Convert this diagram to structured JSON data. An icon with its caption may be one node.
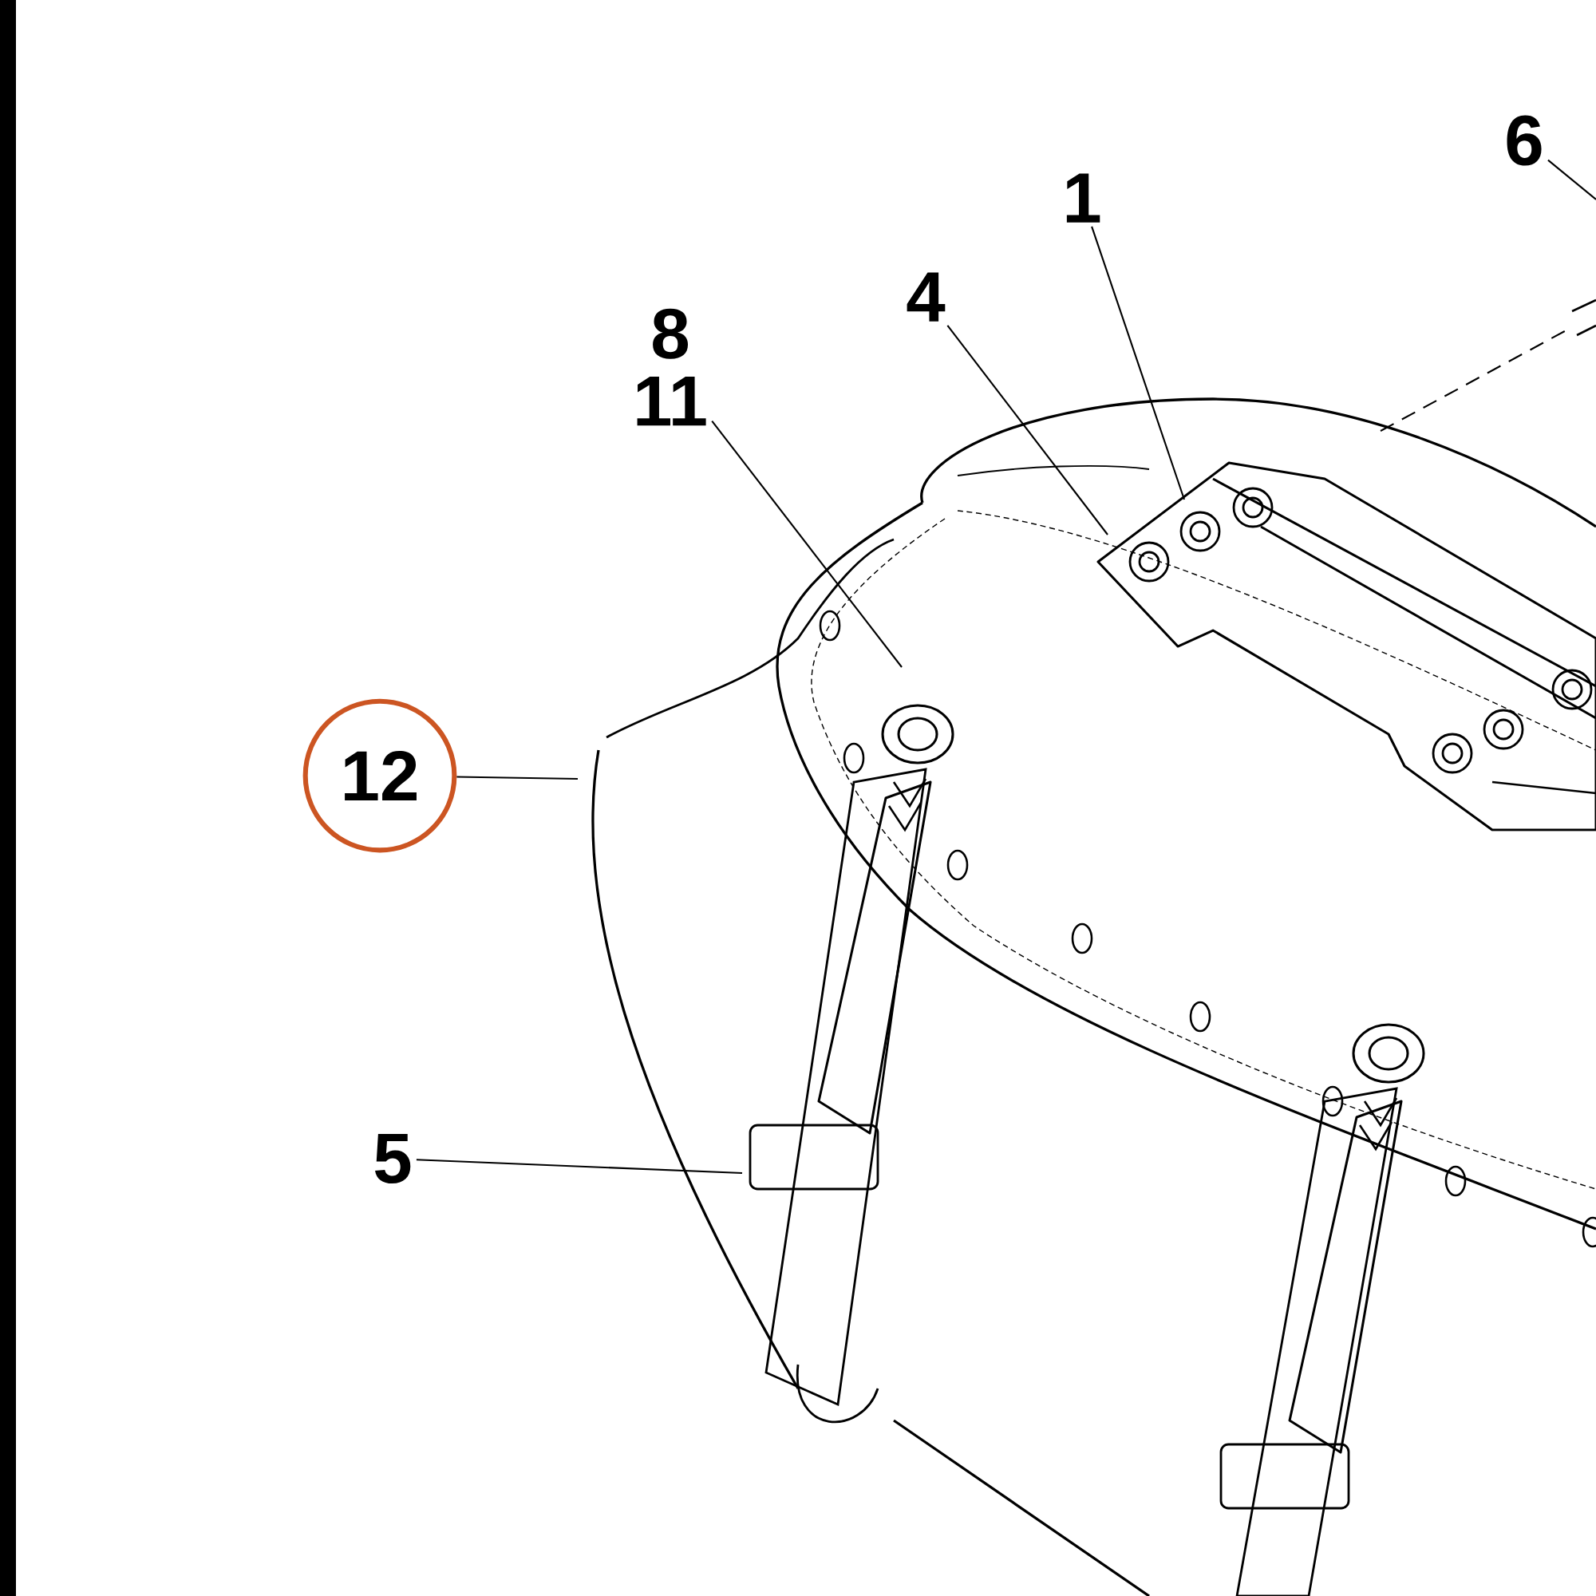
{
  "diagram": {
    "nodes": [
      {
        "text": [
          "6"
        ]
      },
      {
        "text": [
          "1"
        ]
      },
      {
        "text": [
          "4"
        ]
      },
      {
        "text": [
          "8",
          "11"
        ]
      },
      {
        "text": [
          "12"
        ]
      },
      {
        "text": [
          "5"
        ]
      }
    ],
    "edges": [
      {
        "from": 0,
        "to": null,
        "arrow": "none"
      },
      {
        "from": 1,
        "to": null,
        "arrow": "none"
      },
      {
        "from": 2,
        "to": null,
        "arrow": "none"
      },
      {
        "from": 3,
        "to": null,
        "arrow": "none"
      },
      {
        "from": 4,
        "to": null,
        "arrow": "none"
      },
      {
        "from": 5,
        "to": null,
        "arrow": "none"
      }
    ]
  }
}
